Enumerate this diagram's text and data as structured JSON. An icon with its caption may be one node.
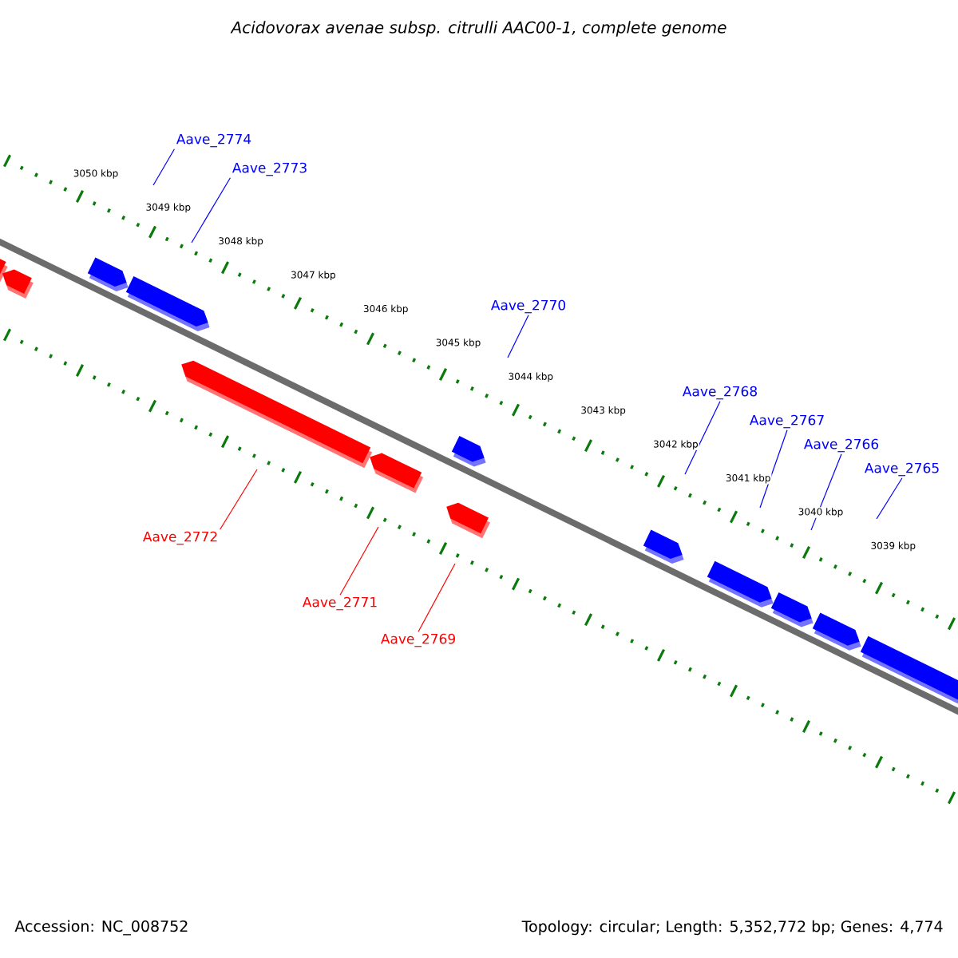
{
  "diagram": {
    "title": "Acidovorax avenae subsp. citrulli AAC00-1, complete genome",
    "nodes": [
      {
        "text": [
          "Aave_2774"
        ]
      },
      {
        "text": [
          "Aave_2773"
        ]
      },
      {
        "text": [
          "Aave_2770"
        ]
      },
      {
        "text": [
          "Aave_2768"
        ]
      },
      {
        "text": [
          "Aave_2767"
        ]
      },
      {
        "text": [
          "Aave_2766"
        ]
      },
      {
        "text": [
          "Aave_2765"
        ]
      },
      {
        "text": [
          "Aave_2772"
        ]
      },
      {
        "text": [
          "Aave_2771"
        ]
      },
      {
        "text": [
          "Aave_2769"
        ]
      }
    ],
    "edges": [
      {
        "from": 0,
        "to": null,
        "arrow": "none"
      },
      {
        "from": 1,
        "to": null,
        "arrow": "none"
      },
      {
        "from": 2,
        "to": null,
        "arrow": "none"
      },
      {
        "from": 3,
        "to": null,
        "arrow": "none"
      },
      {
        "from": 4,
        "to": null,
        "arrow": "none"
      },
      {
        "from": 5,
        "to": null,
        "arrow": "none"
      },
      {
        "from": 6,
        "to": null,
        "arrow": "none"
      },
      {
        "from": 7,
        "to": null,
        "arrow": "none",
        "color": "#ff0000"
      },
      {
        "from": 8,
        "to": null,
        "arrow": "none",
        "color": "#ff0000"
      },
      {
        "from": 9,
        "to": null,
        "arrow": "none",
        "color": "#ff0000"
      }
    ],
    "labels": [
      "3050 kbp",
      "3049 kbp",
      "3048 kbp",
      "3047 kbp",
      "3046 kbp",
      "3045 kbp",
      "3044 kbp",
      "3043 kbp",
      "3042 kbp",
      "3041 kbp",
      "3040 kbp",
      "3039 kbp",
      "Accession: NC_008752",
      "Topology: circular; Length: 5,352,772 bp; Genes: 4,774"
    ]
  }
}
